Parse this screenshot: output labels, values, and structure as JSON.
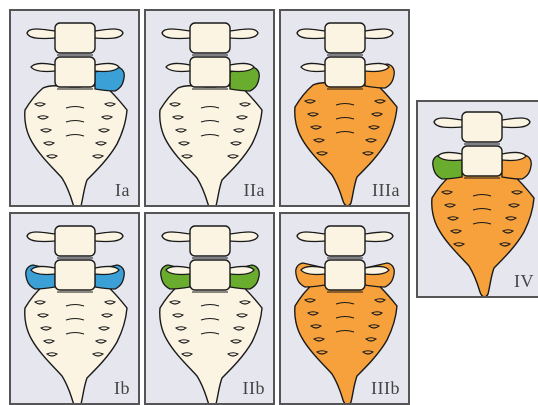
{
  "colors": {
    "background": "#e6e6ef",
    "border": "#555558",
    "bone": "#fbf4e2",
    "outline": "#1a1a1a",
    "blue": "#3aa0d6",
    "green": "#6aac2e",
    "orange": "#f6a13c"
  },
  "panels": [
    {
      "id": "Ia",
      "label": "Ia",
      "sacrum": "bone",
      "left_wing": "none",
      "right_wing": "blue",
      "fused": false
    },
    {
      "id": "IIa",
      "label": "IIa",
      "sacrum": "bone",
      "left_wing": "none",
      "right_wing": "green",
      "fused": false
    },
    {
      "id": "IIIa",
      "label": "IIIa",
      "sacrum": "orange",
      "left_wing": "none",
      "right_wing": "fused",
      "fused": true
    },
    {
      "id": "IV",
      "label": "IV",
      "sacrum": "orange",
      "left_wing": "green",
      "right_wing": "fused",
      "fused": true
    },
    {
      "id": "Ib",
      "label": "Ib",
      "sacrum": "bone",
      "left_wing": "blue",
      "right_wing": "blue",
      "fused": false
    },
    {
      "id": "IIb",
      "label": "IIb",
      "sacrum": "bone",
      "left_wing": "green",
      "right_wing": "green",
      "fused": false
    },
    {
      "id": "IIIb",
      "label": "IIIb",
      "sacrum": "orange",
      "left_wing": "fused",
      "right_wing": "fused",
      "fused": true
    }
  ]
}
